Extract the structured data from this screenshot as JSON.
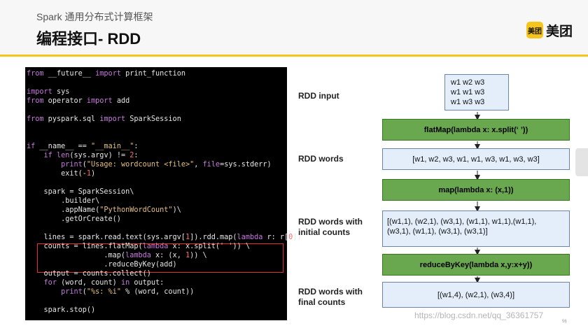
{
  "header": {
    "subtitle": "Spark 通用分布式计算框架",
    "title": "编程接口- RDD",
    "logo_badge": "美团",
    "logo_text": "美团"
  },
  "code": {
    "lines": [
      [
        {
          "t": "from",
          "c": "kw"
        },
        {
          "t": " __future__ "
        },
        {
          "t": "import",
          "c": "kw"
        },
        {
          "t": " print_function"
        }
      ],
      [],
      [
        {
          "t": "import",
          "c": "kw"
        },
        {
          "t": " sys"
        }
      ],
      [
        {
          "t": "from",
          "c": "kw"
        },
        {
          "t": " operator "
        },
        {
          "t": "import",
          "c": "kw"
        },
        {
          "t": " add"
        }
      ],
      [],
      [
        {
          "t": "from",
          "c": "kw"
        },
        {
          "t": " pyspark.sql "
        },
        {
          "t": "import",
          "c": "kw"
        },
        {
          "t": " SparkSession"
        }
      ],
      [],
      [],
      [
        {
          "t": "if",
          "c": "kw"
        },
        {
          "t": " __name__ == "
        },
        {
          "t": "\"__main__\"",
          "c": "str"
        },
        {
          "t": ":"
        }
      ],
      [
        {
          "t": "    "
        },
        {
          "t": "if",
          "c": "kw"
        },
        {
          "t": " "
        },
        {
          "t": "len",
          "c": "kw"
        },
        {
          "t": "(sys.argv) != "
        },
        {
          "t": "2",
          "c": "num"
        },
        {
          "t": ":"
        }
      ],
      [
        {
          "t": "        "
        },
        {
          "t": "print",
          "c": "kw"
        },
        {
          "t": "("
        },
        {
          "t": "\"Usage: wordcount <file>\"",
          "c": "str"
        },
        {
          "t": ", "
        },
        {
          "t": "file",
          "c": "kw"
        },
        {
          "t": "=sys.stderr)"
        }
      ],
      [
        {
          "t": "        exit(-"
        },
        {
          "t": "1",
          "c": "num"
        },
        {
          "t": ")"
        }
      ],
      [],
      [
        {
          "t": "    spark = SparkSession\\"
        }
      ],
      [
        {
          "t": "        .builder\\"
        }
      ],
      [
        {
          "t": "        .appName("
        },
        {
          "t": "\"PythonWordCount\"",
          "c": "str"
        },
        {
          "t": ")\\"
        }
      ],
      [
        {
          "t": "        .getOrCreate()"
        }
      ],
      [],
      [
        {
          "t": "    lines = spark.read.text(sys.argv["
        },
        {
          "t": "1",
          "c": "num"
        },
        {
          "t": "]).rdd.map("
        },
        {
          "t": "lambda",
          "c": "kw"
        },
        {
          "t": " r: r["
        },
        {
          "t": "0",
          "c": "num"
        },
        {
          "t": "])"
        }
      ],
      [
        {
          "t": "    counts = lines.flatMap("
        },
        {
          "t": "lambda",
          "c": "kw"
        },
        {
          "t": " x: x.split("
        },
        {
          "t": "' '",
          "c": "str"
        },
        {
          "t": ")) \\"
        }
      ],
      [
        {
          "t": "                  .map("
        },
        {
          "t": "lambda",
          "c": "kw"
        },
        {
          "t": " x: (x, "
        },
        {
          "t": "1",
          "c": "num"
        },
        {
          "t": ")) \\"
        }
      ],
      [
        {
          "t": "                  .reduceByKey(add)"
        }
      ],
      [
        {
          "t": "    output = counts.collect()"
        }
      ],
      [
        {
          "t": "    "
        },
        {
          "t": "for",
          "c": "kw"
        },
        {
          "t": " (word, count) "
        },
        {
          "t": "in",
          "c": "kw"
        },
        {
          "t": " output:"
        }
      ],
      [
        {
          "t": "        "
        },
        {
          "t": "print",
          "c": "kw"
        },
        {
          "t": "("
        },
        {
          "t": "\"%s: %i\"",
          "c": "str"
        },
        {
          "t": " % (word, count))"
        }
      ],
      [],
      [
        {
          "t": "    spark.stop()"
        }
      ]
    ]
  },
  "diagram": {
    "labels": {
      "input": "RDD input",
      "words": "RDD words",
      "counts_1": "RDD words with",
      "counts_2": "initial counts",
      "final_1": "RDD words with",
      "final_2": "final counts"
    },
    "input_box": [
      "w1 w2 w3",
      "w1 w1 w3",
      "w1 w3 w3"
    ],
    "ops": {
      "flatmap": "flatMap(lambda x: x.split(‘ ’))",
      "map": "map(lambda x: (x,1))",
      "reduce": "reduceByKey(lambda x,y:x+y))"
    },
    "words_box": "[w1, w2, w3, w1, w1, w3, w1, w3, w3]",
    "counts_box": [
      "[(w1,1), (w2,1), (w3,1), (w1,1), w1,1),(w1,1),",
      "(w3,1), (w1,1), (w3,1), (w3,1)]"
    ],
    "final_box": "[(w1,4), (w2,1), (w3,4)]",
    "colors": {
      "green": "#6aa84f",
      "blue_fill": "#e3eefa",
      "accent": "#f6c51b",
      "highlight": "#e8302a"
    }
  },
  "footer": {
    "watermark": "https://blog.csdn.net/qq_36361757",
    "page_number": "56"
  }
}
